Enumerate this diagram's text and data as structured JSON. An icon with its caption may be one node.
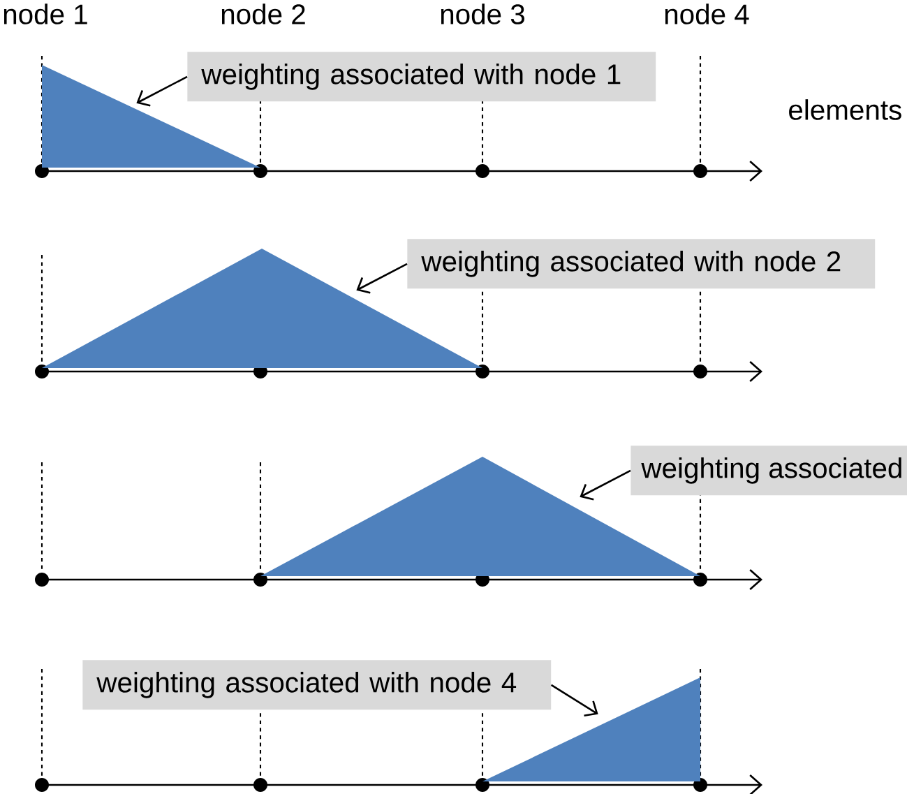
{
  "diagram": {
    "nodes": [
      {
        "text": [
          "weighting associated with node 1"
        ]
      },
      {
        "text": [],
        "shape": "triangle"
      },
      {
        "text": [
          "weighting associated with node 2"
        ]
      },
      {
        "text": [],
        "shape": "triangle"
      },
      {
        "text": [
          "weighting associated"
        ]
      },
      {
        "text": [],
        "shape": "triangle"
      },
      {
        "text": [
          "weighting associated with node 4"
        ]
      },
      {
        "text": [],
        "shape": "triangle"
      }
    ],
    "edges": [
      {
        "from": 0,
        "to": 1,
        "arrow": "to"
      },
      {
        "from": 2,
        "to": 3,
        "arrow": "to"
      },
      {
        "from": 4,
        "to": 5,
        "arrow": "to"
      },
      {
        "from": 6,
        "to": 7,
        "arrow": "to"
      }
    ],
    "labels": [
      "node 1",
      "node 2",
      "node 3",
      "node 4",
      "elements"
    ]
  }
}
